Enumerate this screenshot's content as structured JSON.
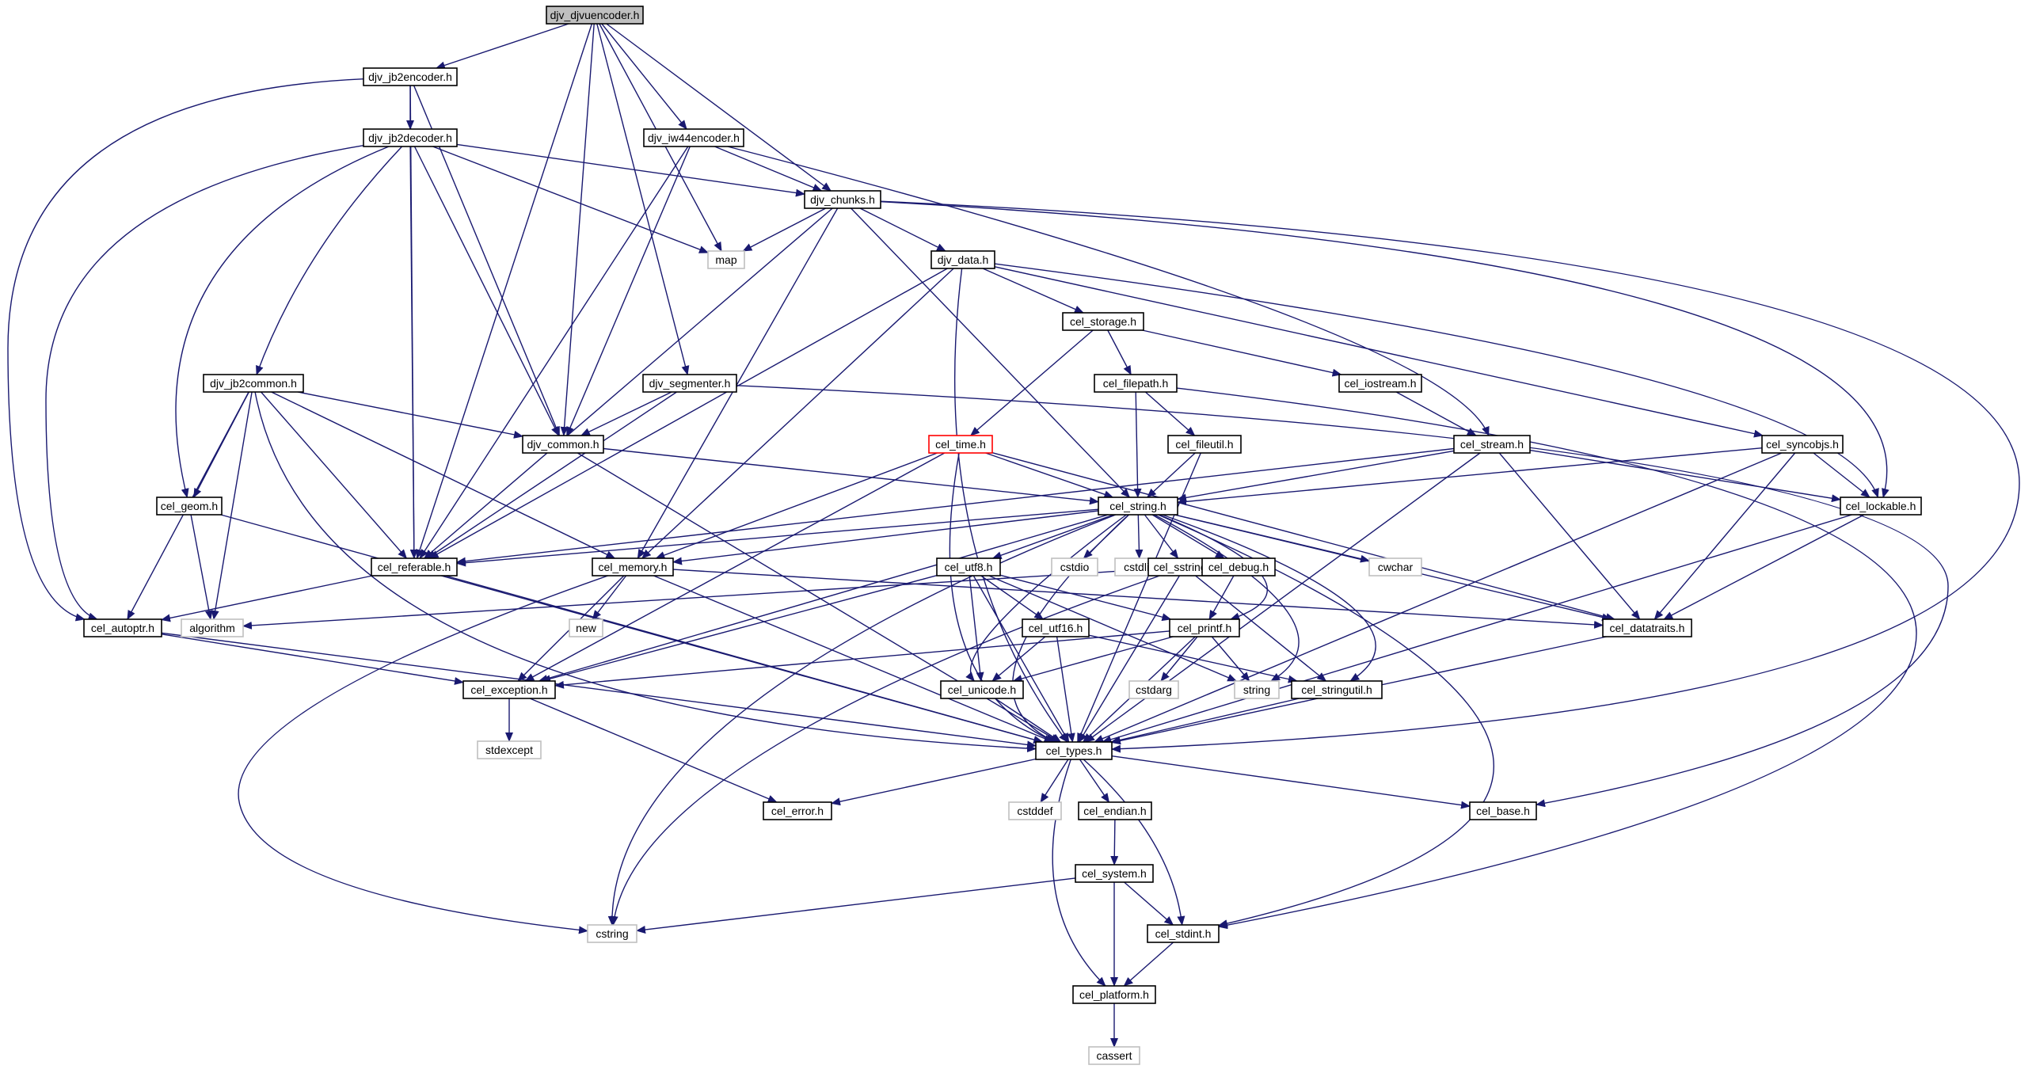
{
  "diagram": {
    "colors": {
      "edge": "#191970",
      "border_header": "#000000",
      "border_system": "#c0c0c0",
      "border_incomplete": "#ff0000",
      "fill_root": "#bfbfbf",
      "fill_default": "#ffffff"
    },
    "nodes": [
      {
        "id": "djv_djvuencoder",
        "label": "djv_djvuencoder.h",
        "kind": "root"
      },
      {
        "id": "djv_jb2encoder",
        "label": "djv_jb2encoder.h",
        "kind": "header"
      },
      {
        "id": "djv_jb2decoder",
        "label": "djv_jb2decoder.h",
        "kind": "header"
      },
      {
        "id": "djv_iw44encoder",
        "label": "djv_iw44encoder.h",
        "kind": "header"
      },
      {
        "id": "djv_chunks",
        "label": "djv_chunks.h",
        "kind": "header"
      },
      {
        "id": "map",
        "label": "map",
        "kind": "system"
      },
      {
        "id": "djv_data",
        "label": "djv_data.h",
        "kind": "header"
      },
      {
        "id": "cel_storage",
        "label": "cel_storage.h",
        "kind": "header"
      },
      {
        "id": "djv_jb2common",
        "label": "djv_jb2common.h",
        "kind": "header"
      },
      {
        "id": "djv_segmenter",
        "label": "djv_segmenter.h",
        "kind": "header"
      },
      {
        "id": "cel_filepath",
        "label": "cel_filepath.h",
        "kind": "header"
      },
      {
        "id": "cel_iostream",
        "label": "cel_iostream.h",
        "kind": "header"
      },
      {
        "id": "djv_common",
        "label": "djv_common.h",
        "kind": "header"
      },
      {
        "id": "cel_time",
        "label": "cel_time.h",
        "kind": "incomplete"
      },
      {
        "id": "cel_fileutil",
        "label": "cel_fileutil.h",
        "kind": "header"
      },
      {
        "id": "cel_stream",
        "label": "cel_stream.h",
        "kind": "header"
      },
      {
        "id": "cel_syncobjs",
        "label": "cel_syncobjs.h",
        "kind": "header"
      },
      {
        "id": "cel_geom",
        "label": "cel_geom.h",
        "kind": "header"
      },
      {
        "id": "cel_string",
        "label": "cel_string.h",
        "kind": "header"
      },
      {
        "id": "cel_lockable",
        "label": "cel_lockable.h",
        "kind": "header"
      },
      {
        "id": "cel_referable",
        "label": "cel_referable.h",
        "kind": "header"
      },
      {
        "id": "cel_memory",
        "label": "cel_memory.h",
        "kind": "header"
      },
      {
        "id": "cel_utf8",
        "label": "cel_utf8.h",
        "kind": "header"
      },
      {
        "id": "cstdio",
        "label": "cstdio",
        "kind": "system"
      },
      {
        "id": "cstdlib",
        "label": "cstdlib",
        "kind": "system"
      },
      {
        "id": "cel_sstring",
        "label": "cel_sstring.h",
        "kind": "header"
      },
      {
        "id": "cel_debug",
        "label": "cel_debug.h",
        "kind": "header"
      },
      {
        "id": "cwchar",
        "label": "cwchar",
        "kind": "system"
      },
      {
        "id": "cel_autoptr",
        "label": "cel_autoptr.h",
        "kind": "header"
      },
      {
        "id": "algorithm",
        "label": "algorithm",
        "kind": "system"
      },
      {
        "id": "new",
        "label": "new",
        "kind": "system"
      },
      {
        "id": "cel_utf16",
        "label": "cel_utf16.h",
        "kind": "header"
      },
      {
        "id": "cel_printf",
        "label": "cel_printf.h",
        "kind": "header"
      },
      {
        "id": "cel_datatraits",
        "label": "cel_datatraits.h",
        "kind": "header"
      },
      {
        "id": "cel_exception",
        "label": "cel_exception.h",
        "kind": "header"
      },
      {
        "id": "cstdarg",
        "label": "cstdarg",
        "kind": "system"
      },
      {
        "id": "cel_unicode",
        "label": "cel_unicode.h",
        "kind": "header"
      },
      {
        "id": "string",
        "label": "string",
        "kind": "system"
      },
      {
        "id": "cel_stringutil",
        "label": "cel_stringutil.h",
        "kind": "header"
      },
      {
        "id": "stdexcept",
        "label": "stdexcept",
        "kind": "system"
      },
      {
        "id": "cel_types",
        "label": "cel_types.h",
        "kind": "header"
      },
      {
        "id": "cel_error",
        "label": "cel_error.h",
        "kind": "header"
      },
      {
        "id": "cstddef",
        "label": "cstddef",
        "kind": "system"
      },
      {
        "id": "cel_endian",
        "label": "cel_endian.h",
        "kind": "header"
      },
      {
        "id": "cel_base",
        "label": "cel_base.h",
        "kind": "header"
      },
      {
        "id": "cel_system",
        "label": "cel_system.h",
        "kind": "header"
      },
      {
        "id": "cstring",
        "label": "cstring",
        "kind": "system"
      },
      {
        "id": "cel_stdint",
        "label": "cel_stdint.h",
        "kind": "header"
      },
      {
        "id": "cel_platform",
        "label": "cel_platform.h",
        "kind": "header"
      },
      {
        "id": "cassert",
        "label": "cassert",
        "kind": "system"
      }
    ],
    "edges": [
      [
        "djv_djvuencoder",
        "djv_jb2encoder"
      ],
      [
        "djv_djvuencoder",
        "djv_iw44encoder"
      ],
      [
        "djv_djvuencoder",
        "djv_chunks"
      ],
      [
        "djv_djvuencoder",
        "map"
      ],
      [
        "djv_djvuencoder",
        "djv_common"
      ],
      [
        "djv_djvuencoder",
        "cel_referable"
      ],
      [
        "djv_djvuencoder",
        "djv_segmenter"
      ],
      [
        "djv_jb2encoder",
        "djv_jb2decoder"
      ],
      [
        "djv_jb2encoder",
        "cel_autoptr"
      ],
      [
        "djv_jb2encoder",
        "cel_referable"
      ],
      [
        "djv_jb2encoder",
        "djv_common"
      ],
      [
        "djv_jb2decoder",
        "djv_chunks"
      ],
      [
        "djv_jb2decoder",
        "map"
      ],
      [
        "djv_jb2decoder",
        "djv_jb2common"
      ],
      [
        "djv_jb2decoder",
        "cel_geom"
      ],
      [
        "djv_jb2decoder",
        "cel_autoptr"
      ],
      [
        "djv_jb2decoder",
        "cel_referable"
      ],
      [
        "djv_jb2decoder",
        "djv_common"
      ],
      [
        "djv_iw44encoder",
        "djv_chunks"
      ],
      [
        "djv_iw44encoder",
        "djv_common"
      ],
      [
        "djv_iw44encoder",
        "cel_referable"
      ],
      [
        "djv_iw44encoder",
        "cel_stream"
      ],
      [
        "djv_chunks",
        "map"
      ],
      [
        "djv_chunks",
        "djv_data"
      ],
      [
        "djv_chunks",
        "cel_string"
      ],
      [
        "djv_chunks",
        "cel_referable"
      ],
      [
        "djv_chunks",
        "cel_memory"
      ],
      [
        "djv_chunks",
        "cel_lockable"
      ],
      [
        "djv_chunks",
        "cel_types"
      ],
      [
        "djv_data",
        "cel_storage"
      ],
      [
        "djv_data",
        "cel_syncobjs"
      ],
      [
        "djv_data",
        "cel_lockable"
      ],
      [
        "djv_data",
        "cel_referable"
      ],
      [
        "djv_data",
        "cel_memory"
      ],
      [
        "djv_data",
        "cel_types"
      ],
      [
        "cel_storage",
        "cel_filepath"
      ],
      [
        "cel_storage",
        "cel_iostream"
      ],
      [
        "cel_storage",
        "cel_time"
      ],
      [
        "djv_jb2common",
        "djv_common"
      ],
      [
        "djv_jb2common",
        "cel_geom"
      ],
      [
        "djv_jb2common",
        "algorithm"
      ],
      [
        "djv_jb2common",
        "cel_autoptr"
      ],
      [
        "djv_jb2common",
        "cel_referable"
      ],
      [
        "djv_jb2common",
        "cel_memory"
      ],
      [
        "djv_jb2common",
        "cel_types"
      ],
      [
        "djv_segmenter",
        "djv_common"
      ],
      [
        "djv_segmenter",
        "cel_referable"
      ],
      [
        "djv_segmenter",
        "cel_base"
      ],
      [
        "cel_filepath",
        "cel_fileutil"
      ],
      [
        "cel_filepath",
        "cel_string"
      ],
      [
        "cel_filepath",
        "cel_stdint"
      ],
      [
        "cel_iostream",
        "cel_stream"
      ],
      [
        "djv_common",
        "cel_string"
      ],
      [
        "djv_common",
        "cel_types"
      ],
      [
        "cel_time",
        "cel_string"
      ],
      [
        "cel_time",
        "cel_memory"
      ],
      [
        "cel_time",
        "cel_exception"
      ],
      [
        "cel_time",
        "cel_datatraits"
      ],
      [
        "cel_time",
        "cel_types"
      ],
      [
        "cel_fileutil",
        "cel_string"
      ],
      [
        "cel_fileutil",
        "cel_types"
      ],
      [
        "cel_stream",
        "cel_string"
      ],
      [
        "cel_stream",
        "cel_lockable"
      ],
      [
        "cel_stream",
        "cel_referable"
      ],
      [
        "cel_stream",
        "cel_datatraits"
      ],
      [
        "cel_stream",
        "cel_types"
      ],
      [
        "cel_syncobjs",
        "cel_lockable"
      ],
      [
        "cel_syncobjs",
        "cel_string"
      ],
      [
        "cel_syncobjs",
        "cel_datatraits"
      ],
      [
        "cel_syncobjs",
        "cel_types"
      ],
      [
        "cel_geom",
        "algorithm"
      ],
      [
        "cel_geom",
        "cel_types"
      ],
      [
        "cel_string",
        "cel_referable"
      ],
      [
        "cel_string",
        "cel_memory"
      ],
      [
        "cel_string",
        "cel_utf8"
      ],
      [
        "cel_string",
        "cstdio"
      ],
      [
        "cel_string",
        "cstdlib"
      ],
      [
        "cel_string",
        "cel_sstring"
      ],
      [
        "cel_string",
        "cel_debug"
      ],
      [
        "cel_string",
        "cwchar"
      ],
      [
        "cel_string",
        "cel_datatraits"
      ],
      [
        "cel_string",
        "cel_printf"
      ],
      [
        "cel_string",
        "string"
      ],
      [
        "cel_string",
        "cel_stringutil"
      ],
      [
        "cel_string",
        "cel_unicode"
      ],
      [
        "cel_string",
        "cel_exception"
      ],
      [
        "cel_string",
        "cstring"
      ],
      [
        "cel_string",
        "cel_stdint"
      ],
      [
        "cel_string",
        "cel_types"
      ],
      [
        "cel_lockable",
        "cel_datatraits"
      ],
      [
        "cel_lockable",
        "cel_types"
      ],
      [
        "cel_referable",
        "cel_autoptr"
      ],
      [
        "cel_referable",
        "cel_types"
      ],
      [
        "cel_memory",
        "new"
      ],
      [
        "cel_memory",
        "cel_exception"
      ],
      [
        "cel_memory",
        "cstring"
      ],
      [
        "cel_memory",
        "cel_datatraits"
      ],
      [
        "cel_memory",
        "cel_types"
      ],
      [
        "cel_utf8",
        "cel_utf16"
      ],
      [
        "cel_utf8",
        "cel_unicode"
      ],
      [
        "cel_utf8",
        "cel_printf"
      ],
      [
        "cel_utf8",
        "cel_exception"
      ],
      [
        "cel_utf8",
        "string"
      ],
      [
        "cel_utf8",
        "cel_types"
      ],
      [
        "cel_sstring",
        "algorithm"
      ],
      [
        "cel_sstring",
        "cstring"
      ],
      [
        "cel_sstring",
        "cel_stringutil"
      ],
      [
        "cel_sstring",
        "cel_types"
      ],
      [
        "cel_debug",
        "cel_printf"
      ],
      [
        "cel_autoptr",
        "cel_exception"
      ],
      [
        "cel_autoptr",
        "cel_types"
      ],
      [
        "cel_utf16",
        "cel_unicode"
      ],
      [
        "cel_utf16",
        "cel_stringutil"
      ],
      [
        "cel_utf16",
        "cel_types"
      ],
      [
        "cel_printf",
        "cstdarg"
      ],
      [
        "cel_printf",
        "string"
      ],
      [
        "cel_printf",
        "cel_exception"
      ],
      [
        "cel_printf",
        "cel_unicode"
      ],
      [
        "cel_printf",
        "cel_types"
      ],
      [
        "cel_datatraits",
        "cel_types"
      ],
      [
        "cel_exception",
        "stdexcept"
      ],
      [
        "cel_exception",
        "cel_error"
      ],
      [
        "cel_unicode",
        "cel_types"
      ],
      [
        "cel_stringutil",
        "cel_types"
      ],
      [
        "cel_types",
        "cel_error"
      ],
      [
        "cel_types",
        "cstddef"
      ],
      [
        "cel_types",
        "cel_endian"
      ],
      [
        "cel_types",
        "cel_base"
      ],
      [
        "cel_types",
        "cel_stdint"
      ],
      [
        "cel_types",
        "cel_platform"
      ],
      [
        "cel_endian",
        "cel_system"
      ],
      [
        "cel_system",
        "cstring"
      ],
      [
        "cel_system",
        "cel_stdint"
      ],
      [
        "cel_system",
        "cel_platform"
      ],
      [
        "cel_stdint",
        "cel_platform"
      ],
      [
        "cel_platform",
        "cassert"
      ]
    ]
  }
}
